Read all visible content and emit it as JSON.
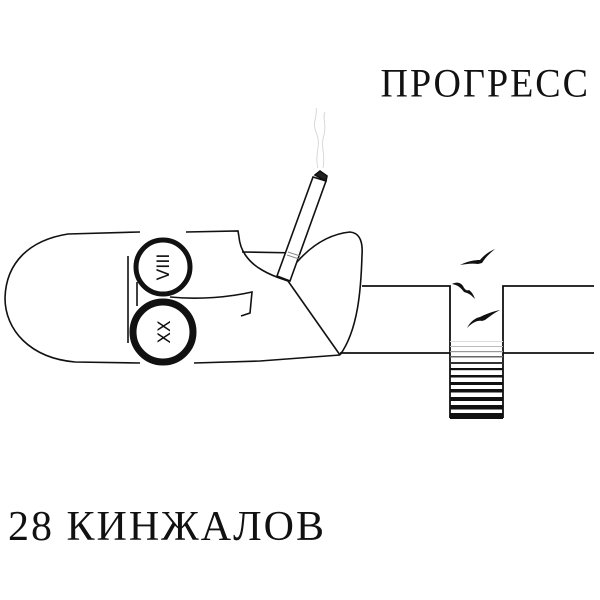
{
  "cover": {
    "title": "ПРОГРЕСС",
    "artist": "28 КИНЖАЛОВ",
    "background_color": "#ffffff",
    "ink_color": "#111111"
  },
  "illustration": {
    "eye_upper_numeral": "VIII",
    "eye_lower_numeral": "XX",
    "elements": [
      "head-outline",
      "glasses",
      "cigarette",
      "smoke",
      "wall",
      "well",
      "stairs",
      "birds"
    ],
    "bird_count": 3,
    "stair_count": 12
  }
}
